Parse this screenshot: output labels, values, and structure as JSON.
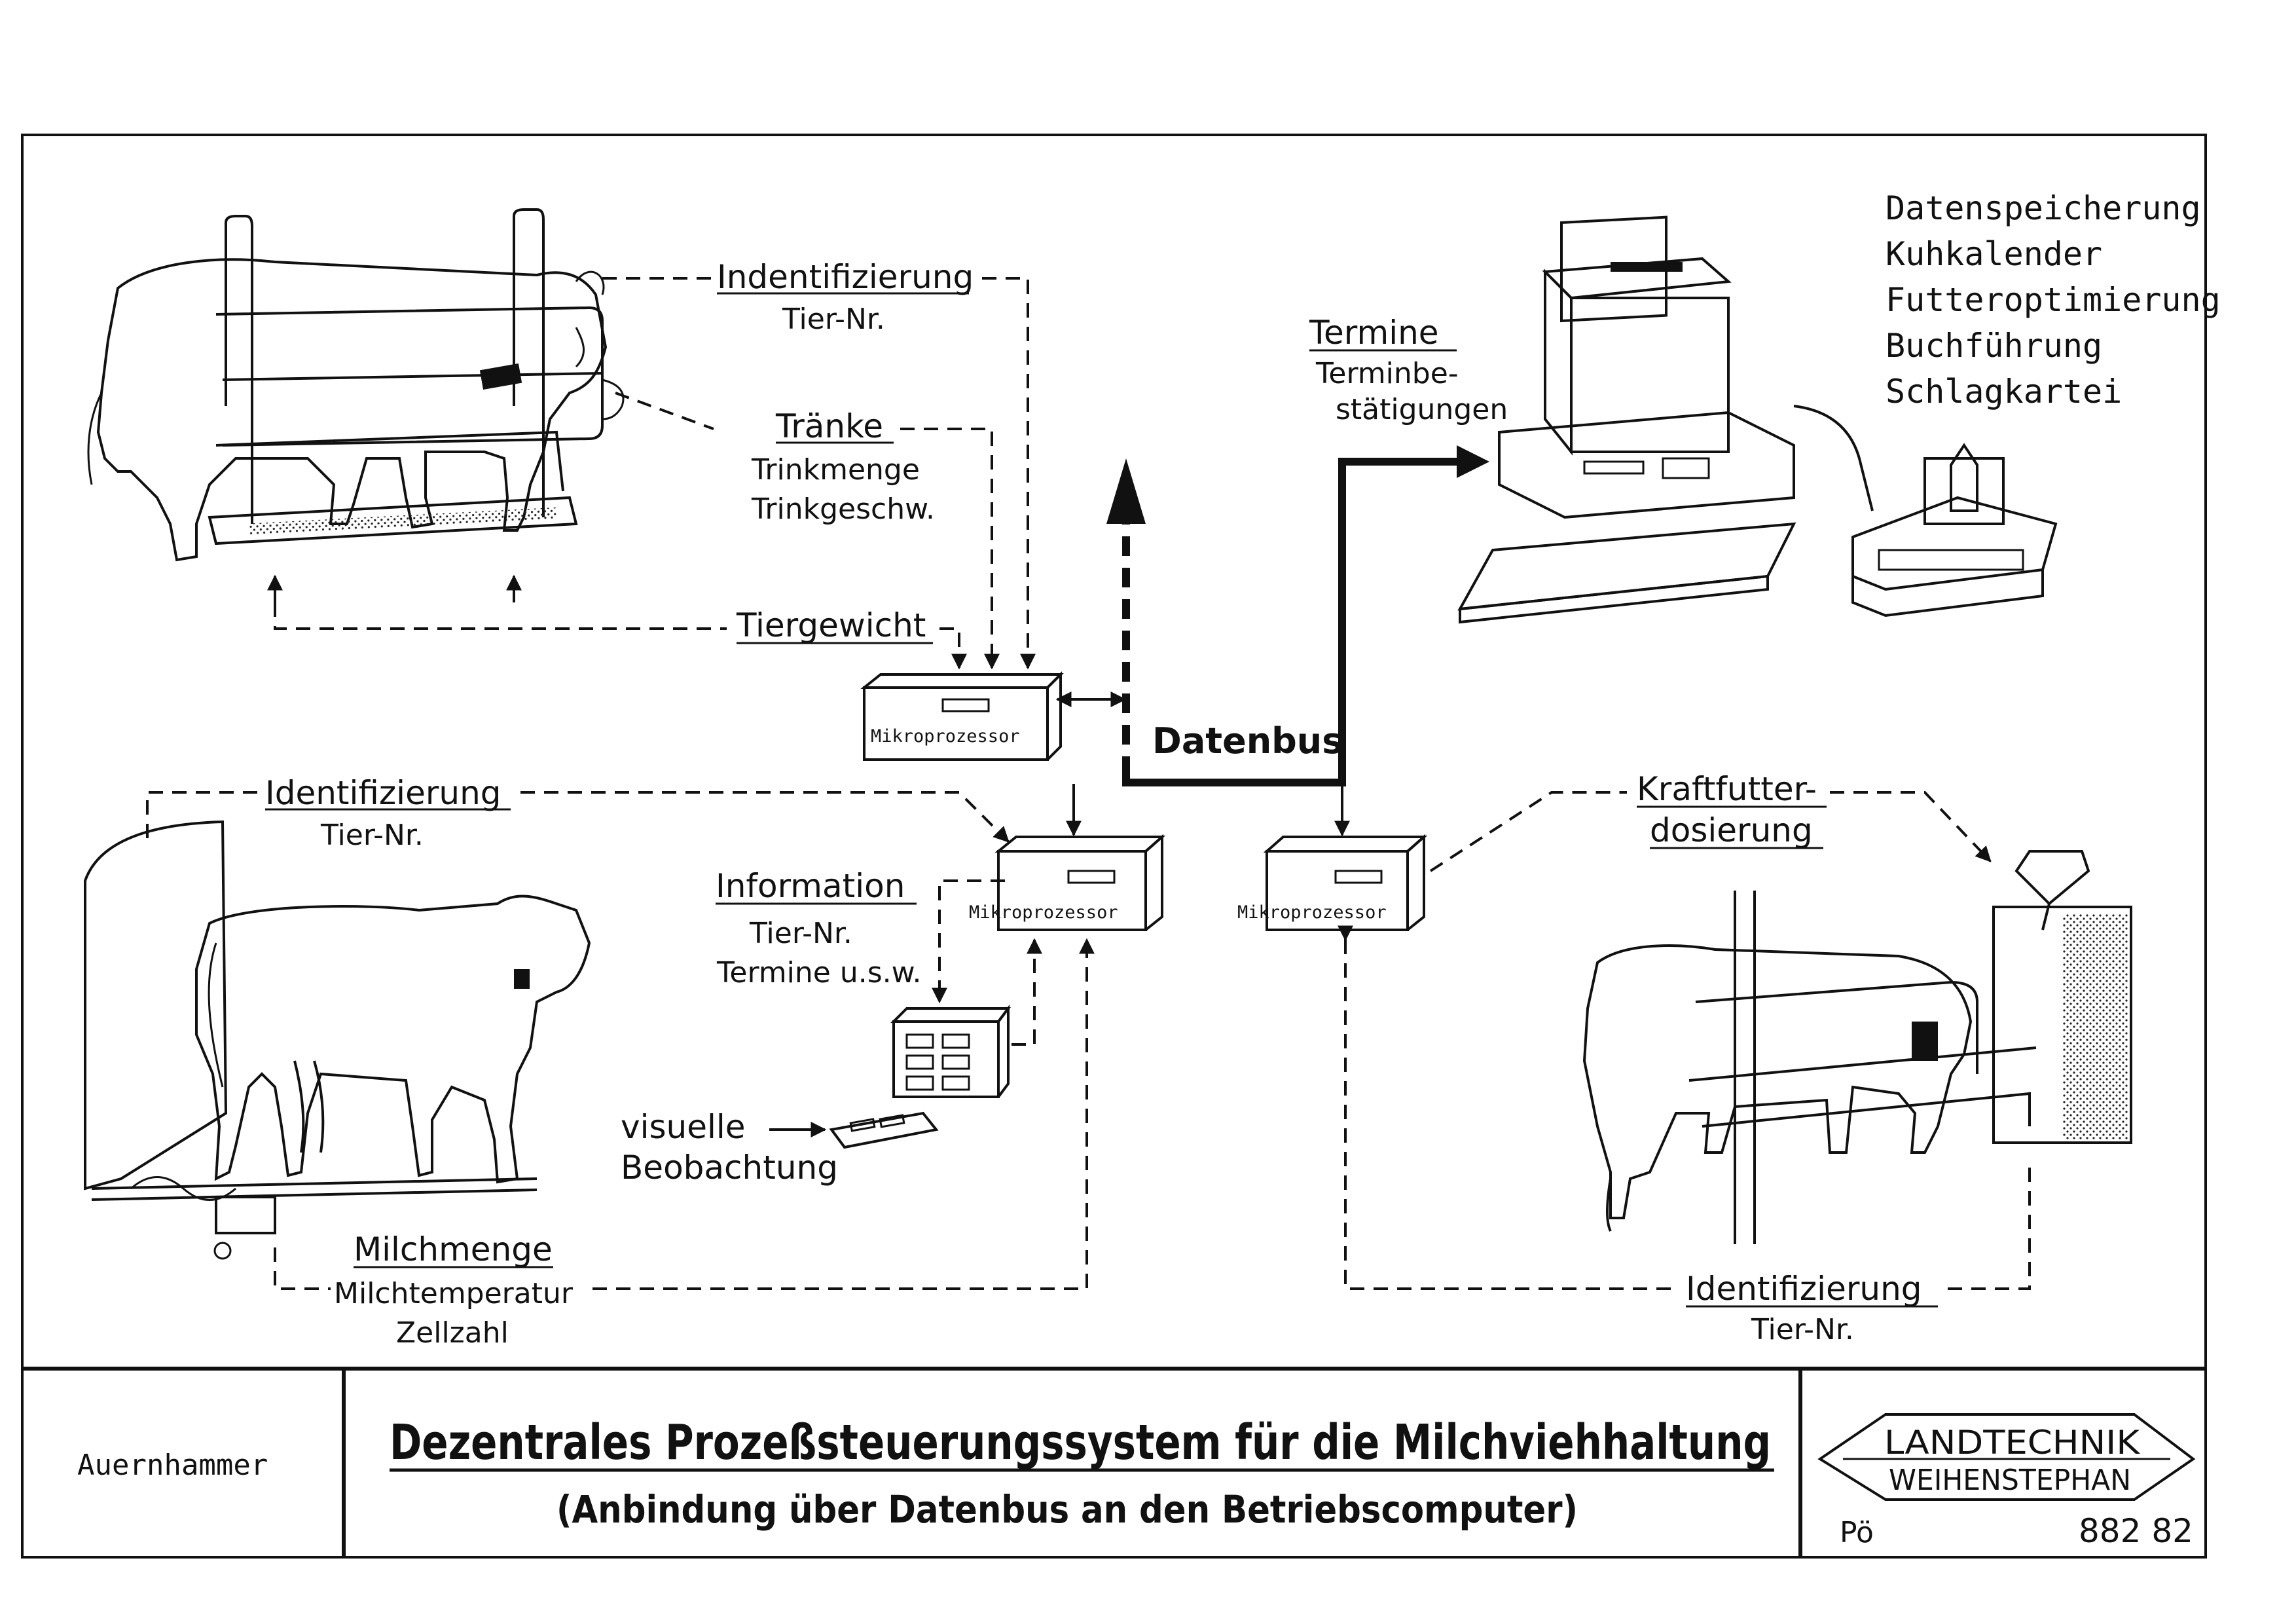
{
  "station_top": {
    "ident_label": "Indentifizierung",
    "ident_sub": "Tier-Nr.",
    "water_label": "Tränke",
    "water_sub1": "Trinkmenge",
    "water_sub2": "Trinkgeschw.",
    "weight_label": "Tiergewicht"
  },
  "station_milk": {
    "ident_label": "Identifizierung",
    "ident_sub": "Tier-Nr.",
    "milk_label": "Milchmenge",
    "milk_sub1": "Milchtemperatur",
    "milk_sub2": "Zellzahl"
  },
  "information": {
    "label": "Information",
    "sub1": "Tier-Nr.",
    "sub2": "Termine u.s.w.",
    "visual1": "visuelle",
    "visual2": "Beobachtung"
  },
  "microprocessor_label": "Mikroprozessor",
  "databus_label": "Datenbus",
  "termine": {
    "label": "Termine",
    "sub1": "Terminbe-",
    "sub2": "stätigungen"
  },
  "computer_tasks": [
    "Datenspeicherung",
    "Kuhkalender",
    "Futteroptimierung",
    "Buchführung",
    "Schlagkartei"
  ],
  "feeder": {
    "label1": "Kraftfutter-",
    "label2": "dosierung",
    "ident_label": "Identifizierung",
    "ident_sub": "Tier-Nr."
  },
  "footer": {
    "author": "Auernhammer",
    "title": "Dezentrales Prozeßsteuerungssystem für die Milchviehhaltung",
    "subtitle": "(Anbindung über Datenbus an den Betriebscomputer)",
    "logo_line1": "LANDTECHNIK",
    "logo_line2": "WEIHENSTEPHAN",
    "code_left": "Pö",
    "code_right": "882 82"
  }
}
